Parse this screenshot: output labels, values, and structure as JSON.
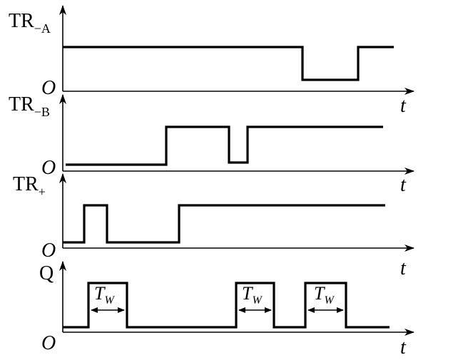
{
  "panels": [
    {
      "name": "tr-a",
      "label_main": "TR",
      "label_sub": "−A",
      "origin": "O",
      "time_label": "t"
    },
    {
      "name": "tr-b",
      "label_main": "TR",
      "label_sub": "−B",
      "origin": "O",
      "time_label": "t"
    },
    {
      "name": "tr-plus",
      "label_main": "TR",
      "label_sub": "+",
      "origin": "O",
      "time_label": "t"
    },
    {
      "name": "q",
      "label_main": "Q",
      "label_sub": "",
      "origin": "O",
      "time_label": "t"
    }
  ],
  "pulse_width": {
    "main": "T",
    "sub": "W"
  }
}
